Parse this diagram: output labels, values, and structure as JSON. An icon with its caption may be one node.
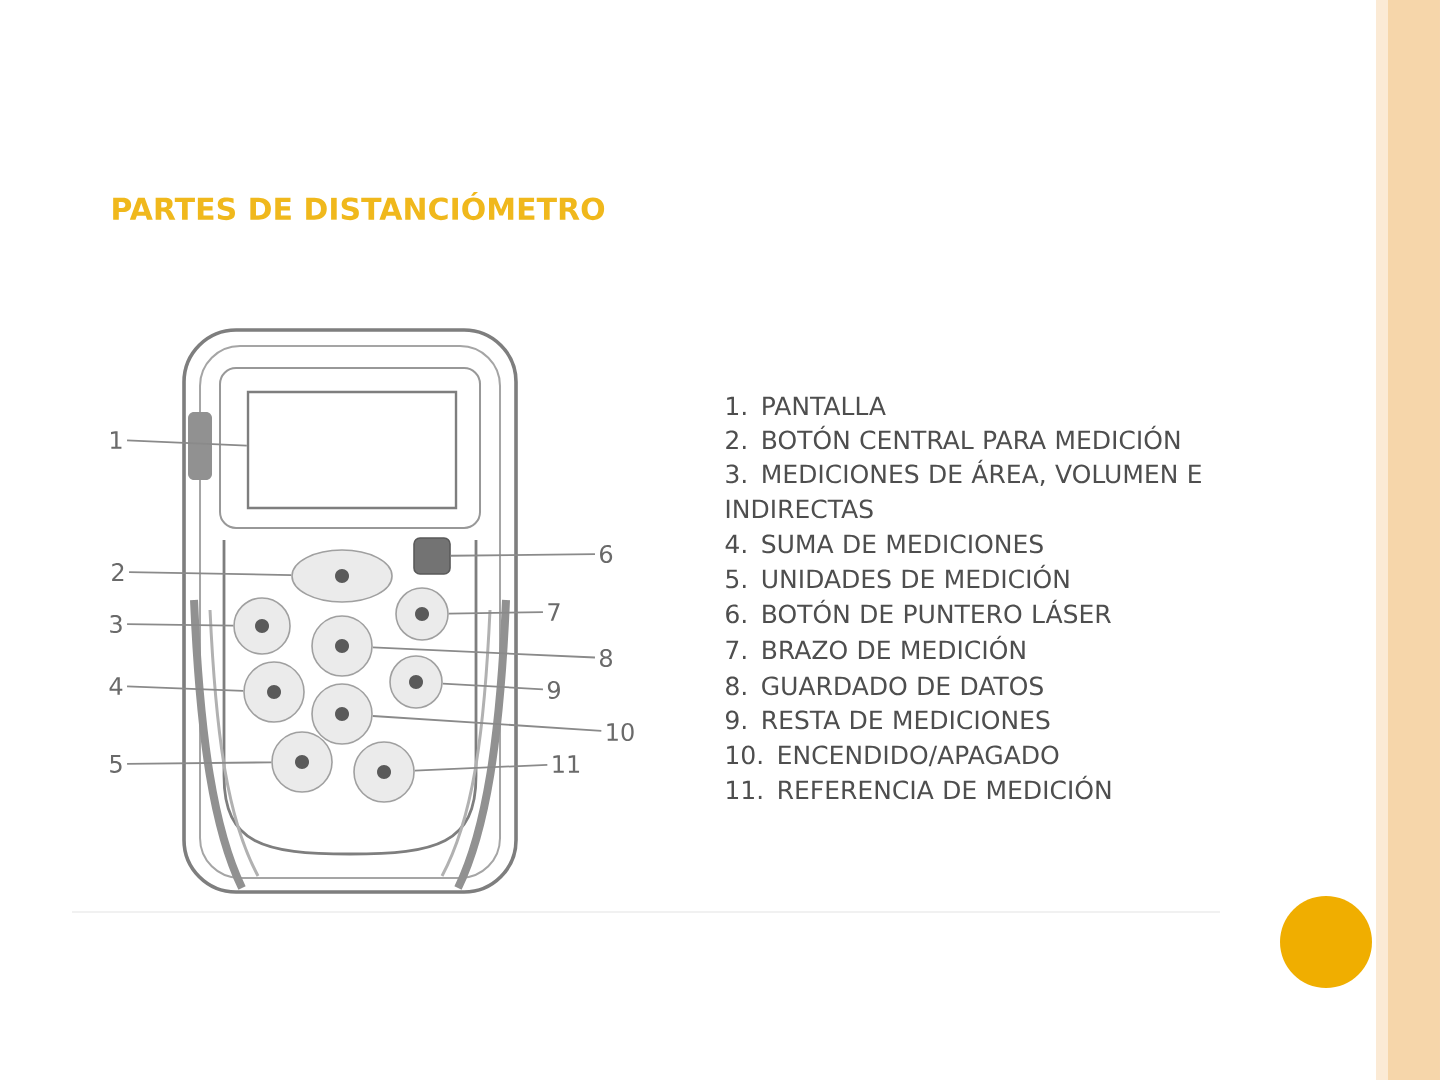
{
  "diagram": {
    "title": "PARTES DE DISTANCIÓMETRO",
    "nodes": [
      {
        "text": [
          "1"
        ]
      },
      {
        "text": [
          "2"
        ]
      },
      {
        "text": [
          "3"
        ]
      },
      {
        "text": [
          "4"
        ]
      },
      {
        "text": [
          "5"
        ]
      },
      {
        "text": [
          "6"
        ]
      },
      {
        "text": [
          "7"
        ]
      },
      {
        "text": [
          "8"
        ]
      },
      {
        "text": [
          "9"
        ]
      },
      {
        "text": [
          "10"
        ]
      },
      {
        "text": [
          "11"
        ]
      },
      {
        "text": [],
        "shape": "box"
      },
      {
        "text": [],
        "shape": "ellipse"
      },
      {
        "text": [],
        "shape": "circle"
      },
      {
        "text": [],
        "shape": "circle"
      },
      {
        "text": [],
        "shape": "circle"
      },
      {
        "text": [],
        "shape": "box"
      },
      {
        "text": [],
        "shape": "circle"
      },
      {
        "text": [],
        "shape": "circle"
      },
      {
        "text": [],
        "shape": "circle"
      },
      {
        "text": [],
        "shape": "circle"
      },
      {
        "text": [],
        "shape": "circle"
      }
    ],
    "edges": [
      {
        "from": 0,
        "to": 11,
        "arrow": "none"
      },
      {
        "from": 1,
        "to": 12,
        "arrow": "none"
      },
      {
        "from": 2,
        "to": 13,
        "arrow": "none"
      },
      {
        "from": 3,
        "to": 14,
        "arrow": "none"
      },
      {
        "from": 4,
        "to": 15,
        "arrow": "none"
      },
      {
        "from": 5,
        "to": 16,
        "arrow": "none"
      },
      {
        "from": 6,
        "to": 17,
        "arrow": "none"
      },
      {
        "from": 7,
        "to": 18,
        "arrow": "none"
      },
      {
        "from": 8,
        "to": 19,
        "arrow": "none"
      },
      {
        "from": 9,
        "to": 20,
        "arrow": "none"
      },
      {
        "from": 10,
        "to": 21,
        "arrow": "none"
      }
    ],
    "labels": [
      "1. PANTALLA",
      "2. BOTÓN CENTRAL PARA MEDICIÓN",
      "3. MEDICIONES DE ÁREA, VOLUMEN E INDIRECTAS",
      "4. SUMA DE MEDICIONES",
      "5. UNIDADES DE MEDICIÓN",
      "6. BOTÓN DE PUNTERO LÁSER",
      "7. BRAZO DE MEDICIÓN",
      "8. GUARDADO DE DATOS",
      "9. RESTA DE MEDICIONES",
      "10. ENCENDIDO/APAGADO",
      "11. REFERENCIA DE MEDICIÓN"
    ]
  }
}
